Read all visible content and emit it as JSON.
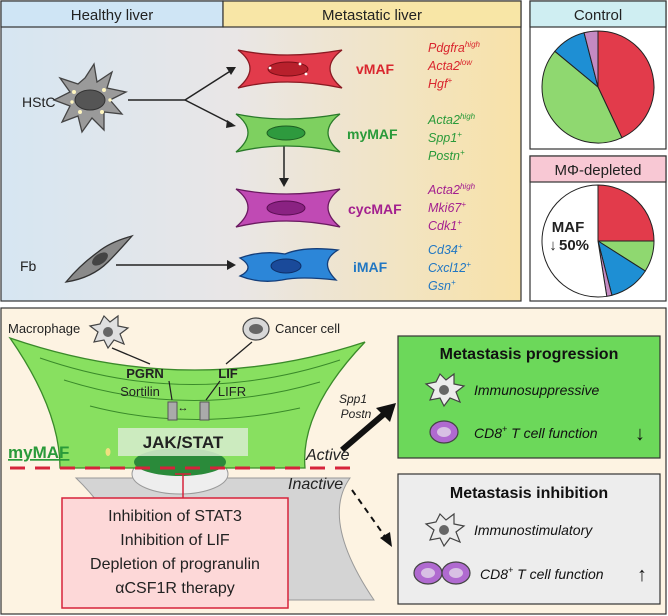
{
  "header": {
    "healthy": "Healthy liver",
    "metastatic": "Metastatic liver",
    "control": "Control",
    "depleted": "MΦ-depleted"
  },
  "cells": {
    "hstc": "HStC",
    "fb": "Fb"
  },
  "mafs": [
    {
      "name": "vMAF",
      "color": "#d9262e",
      "markers": [
        {
          "gene": "Pdgfra",
          "sup": "high"
        },
        {
          "gene": "Acta2",
          "sup": "low"
        },
        {
          "gene": "Hgf",
          "sup": "+"
        }
      ]
    },
    {
      "name": "myMAF",
      "color": "#2a9a3a",
      "markers": [
        {
          "gene": "Acta2",
          "sup": "high"
        },
        {
          "gene": "Spp1",
          "sup": "+"
        },
        {
          "gene": "Postn",
          "sup": "+"
        }
      ]
    },
    {
      "name": "cycMAF",
      "color": "#a3208f",
      "markers": [
        {
          "gene": "Acta2",
          "sup": "high"
        },
        {
          "gene": "Mki67",
          "sup": "+"
        },
        {
          "gene": "Cdk1",
          "sup": "+"
        }
      ]
    },
    {
      "name": "iMAF",
      "color": "#2277c2",
      "markers": [
        {
          "gene": "Cd34",
          "sup": "+"
        },
        {
          "gene": "Cxcl12",
          "sup": "+"
        },
        {
          "gene": "Gsn",
          "sup": "+"
        }
      ]
    }
  ],
  "pies": {
    "control": [
      {
        "label": "vMAF",
        "value": 43,
        "color": "#e23b4b"
      },
      {
        "label": "myMAF",
        "value": 43,
        "color": "#8fd870"
      },
      {
        "label": "iMAF",
        "value": 10,
        "color": "#1e8fd4"
      },
      {
        "label": "cycMAF",
        "value": 4,
        "color": "#c48ac2"
      }
    ],
    "depleted_sections": [
      {
        "label": "vMAF",
        "value": 25,
        "color": "#e23b4b"
      },
      {
        "label": "myMAF",
        "value": 9,
        "color": "#8fd870"
      },
      {
        "label": "iMAF",
        "value": 12,
        "color": "#1e8fd4"
      },
      {
        "label": "cycMAF",
        "value": 1.5,
        "color": "#c48ac2"
      },
      {
        "label": "",
        "value": 52.5,
        "color": "#ffffff"
      }
    ],
    "depleted_label_line1": "MAF",
    "depleted_label_arrow": "↓",
    "depleted_label_line2": "50%"
  },
  "bottom": {
    "macrophage": "Macrophage",
    "cancer_cell": "Cancer cell",
    "pgrn": "PGRN",
    "sortilin": "Sortilin",
    "lif": "LIF",
    "lifr": "LIFR",
    "jakstat": "JAK/STAT",
    "mymaf": "myMAF",
    "spp1": "Spp1",
    "postn": "Postn",
    "active": "Active",
    "inactive": "Inactive",
    "inhibitions": [
      "Inhibition of STAT3",
      "Inhibition of LIF",
      "Depletion of progranulin",
      "αCSF1R therapy"
    ],
    "progression": {
      "title": "Metastasis progression",
      "line1": "Immunosuppressive",
      "line2": "CD8",
      "line2_sup": "+",
      "line2_rest": " T cell function",
      "arrow": "↓"
    },
    "inhibition": {
      "title": "Metastasis inhibition",
      "line1": "Immunostimulatory",
      "line2": "CD8",
      "line2_sup": "+",
      "line2_rest": " T cell function",
      "arrow": "↑"
    }
  }
}
